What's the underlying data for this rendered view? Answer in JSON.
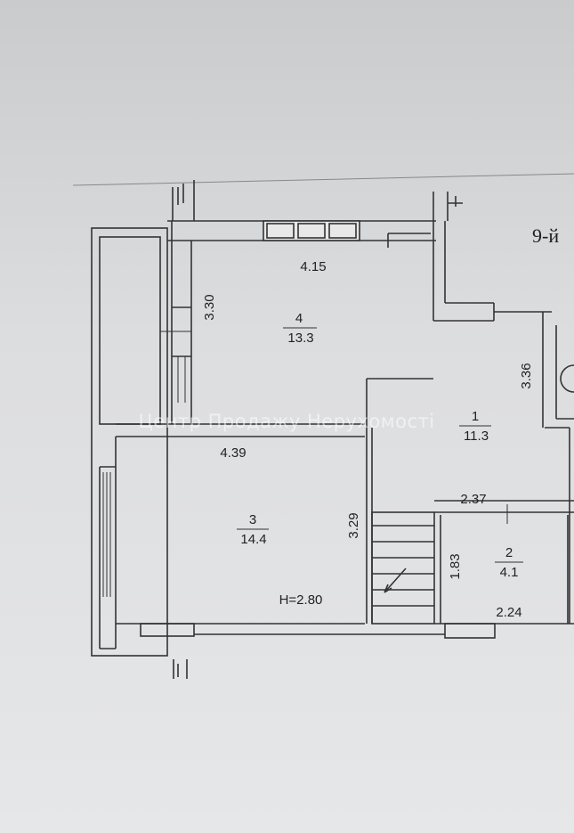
{
  "header": {
    "floor_label": "9-й"
  },
  "watermark": "Центр Продажу Нерухомості",
  "ceiling_height": "H=2.80",
  "rooms": [
    {
      "number": "4",
      "area": "13.3"
    },
    {
      "number": "1",
      "area": "11.3"
    },
    {
      "number": "3",
      "area": "14.4"
    },
    {
      "number": "2",
      "area": "4.1"
    }
  ],
  "dimensions": {
    "room4_width": "4.15",
    "room4_depth": "3.30",
    "room1_depth": "3.36",
    "room3_width": "4.39",
    "room3_depth": "3.29",
    "hall_width": "2.37",
    "bath_depth": "1.83",
    "bath_width": "2.24"
  }
}
